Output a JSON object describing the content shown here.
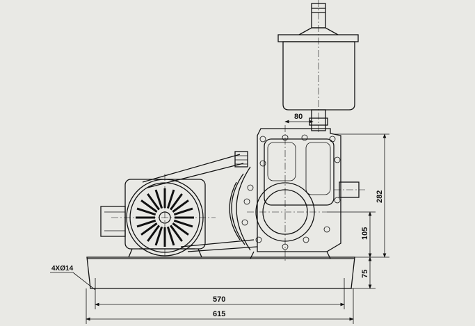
{
  "drawing": {
    "title": "Vacuum pump unit elevation",
    "dimensions": {
      "tank_offset": "80",
      "overall_height": "282",
      "shaft_height": "105",
      "base_height": "75",
      "hole_spacing": "570",
      "base_length": "615",
      "mount_holes": "4XØ14"
    },
    "line_color": "#111111",
    "background": "#e9e9e5"
  }
}
